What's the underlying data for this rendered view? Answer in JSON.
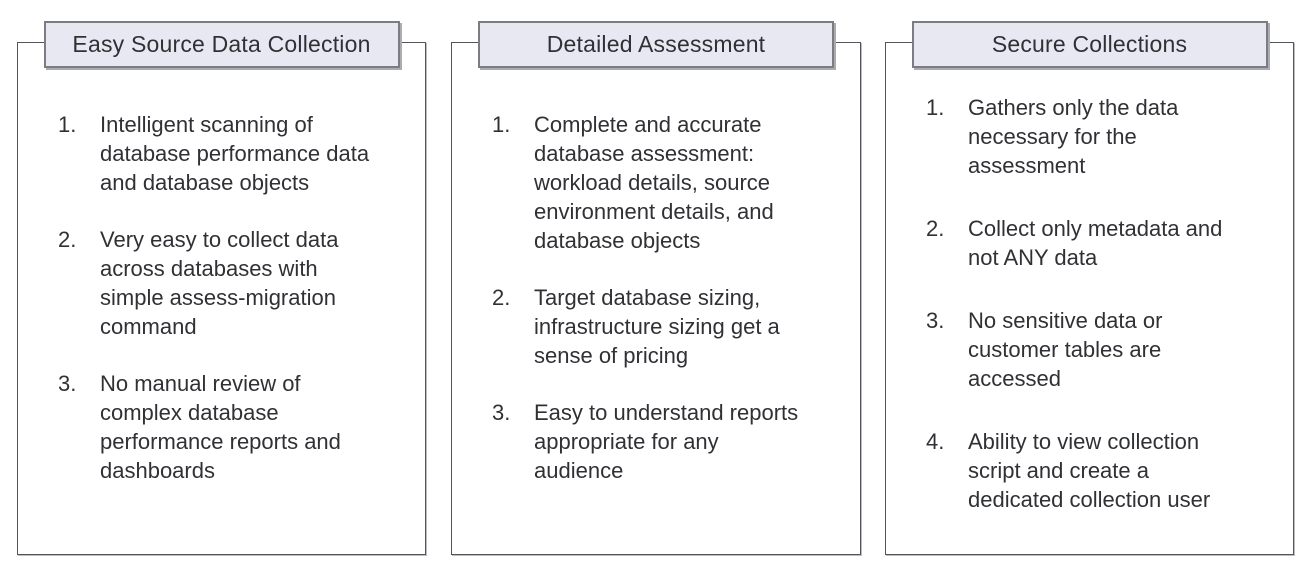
{
  "colors": {
    "title_bg": "#e8e8f2",
    "title_border": "#7c7d82",
    "box_border": "#54555b",
    "text": "#303135"
  },
  "panels": [
    {
      "title": "Easy Source Data Collection",
      "items": [
        {
          "num": "1.",
          "text": "Intelligent scanning of\ndatabase performance data\nand database objects"
        },
        {
          "num": "2.",
          "text": "Very easy to collect data\nacross databases with\nsimple assess-migration\ncommand"
        },
        {
          "num": "3.",
          "text": "No manual review of\ncomplex database\nperformance reports and\ndashboards"
        }
      ]
    },
    {
      "title": "Detailed Assessment",
      "items": [
        {
          "num": "1.",
          "text": "Complete and accurate\ndatabase assessment:\nworkload details, source\nenvironment details, and\ndatabase objects"
        },
        {
          "num": "2.",
          "text": "Target database sizing,\ninfrastructure sizing get a\nsense of pricing"
        },
        {
          "num": "3.",
          "text": "Easy to understand reports\nappropriate for any\naudience"
        }
      ]
    },
    {
      "title": "Secure Collections",
      "items": [
        {
          "num": "1.",
          "text": "Gathers only the data\nnecessary for the\nassessment"
        },
        {
          "num": "2.",
          "text": "Collect only metadata and\nnot ANY data"
        },
        {
          "num": "3.",
          "text": "No sensitive data or\ncustomer tables are\naccessed"
        },
        {
          "num": "4.",
          "text": "Ability to view collection\nscript and create a\ndedicated collection user"
        }
      ]
    }
  ]
}
